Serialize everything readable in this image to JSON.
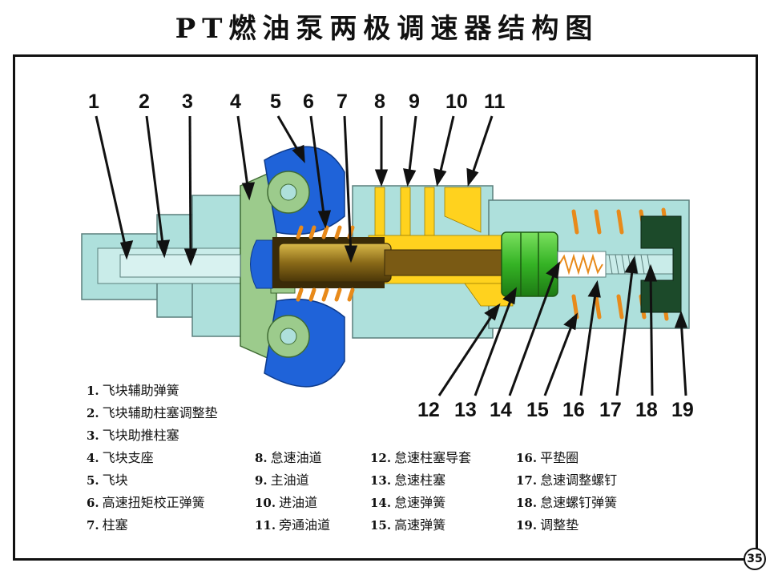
{
  "title": "PT燃油泵两极调速器结构图",
  "callout_numbers": [
    "1",
    "2",
    "3",
    "4",
    "5",
    "6",
    "7",
    "8",
    "9",
    "10",
    "11",
    "12",
    "13",
    "14",
    "15",
    "16",
    "17",
    "18",
    "19"
  ],
  "legend": {
    "col1": [
      {
        "n": "1.",
        "text": "飞块辅助弹簧"
      },
      {
        "n": "2.",
        "text": "飞块辅助柱塞调整垫"
      },
      {
        "n": "3.",
        "text": "飞块助推柱塞"
      },
      {
        "n": "4.",
        "text": "飞块支座"
      },
      {
        "n": "5.",
        "text": "飞块"
      },
      {
        "n": "6.",
        "text": "高速扭矩校正弹簧"
      },
      {
        "n": "7.",
        "text": "柱塞"
      }
    ],
    "col2": [
      {
        "n": "8.",
        "text": "怠速油道"
      },
      {
        "n": "9.",
        "text": "主油道"
      },
      {
        "n": "10.",
        "text": "进油道"
      },
      {
        "n": "11.",
        "text": "旁通油道"
      }
    ],
    "col3": [
      {
        "n": "12.",
        "text": "怠速柱塞导套"
      },
      {
        "n": "13.",
        "text": "怠速柱塞"
      },
      {
        "n": "14.",
        "text": "怠速弹簧"
      },
      {
        "n": "15.",
        "text": "高速弹簧"
      }
    ],
    "col4": [
      {
        "n": "16.",
        "text": "平垫圈"
      },
      {
        "n": "17.",
        "text": "怠速调整螺钉"
      },
      {
        "n": "18.",
        "text": "怠速螺钉弹簧"
      },
      {
        "n": "19.",
        "text": "调整垫"
      }
    ]
  },
  "page_number": "35",
  "colors": {
    "housing": "#aee0dc",
    "support": "#9ccb8c",
    "flyweight": "#1f63d9",
    "fuel": "#ffd21e",
    "plunger": "#9a7a22",
    "spring": "#e88a1a",
    "idle_plunger": "#3fbf2f",
    "dark": "#1c4a2a"
  }
}
